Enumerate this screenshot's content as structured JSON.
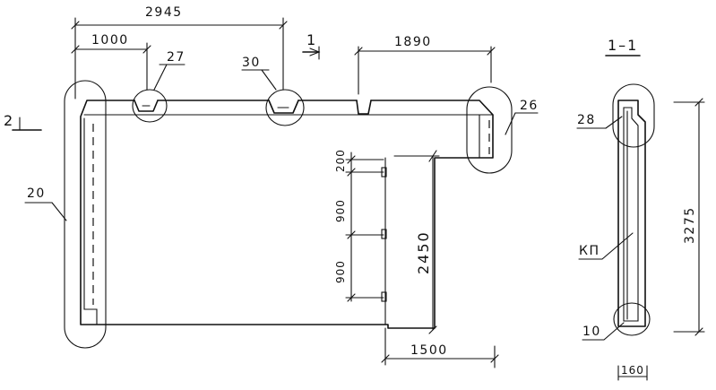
{
  "dimensions": {
    "top_total": "2945",
    "top_left": "1000",
    "top_right": "1890",
    "bottom": "1500",
    "vertical_main": "2450",
    "vert_small": "200",
    "vert_a": "900",
    "vert_b": "900",
    "section_height": "3275",
    "section_width": "160"
  },
  "callouts": {
    "c27": "27",
    "c30": "30",
    "c26": "26",
    "c20": "20",
    "c28": "28",
    "ckp": "КП",
    "c10": "10"
  },
  "section_marks": {
    "cut1": "1",
    "cut2": "2",
    "section_title": "1–1"
  }
}
